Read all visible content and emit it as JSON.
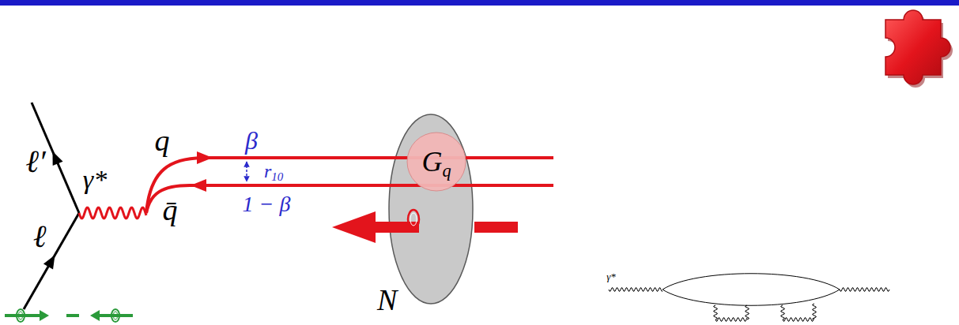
{
  "diagram": {
    "nodes": [
      {
        "text": [
          "N"
        ]
      },
      {
        "text": [
          "Gq"
        ],
        "in": 0
      }
    ],
    "labels": [
      "ℓ′",
      "ℓ",
      "γ*",
      "q",
      "β",
      "r10",
      "q̄",
      "1 − β",
      "γ*"
    ]
  }
}
